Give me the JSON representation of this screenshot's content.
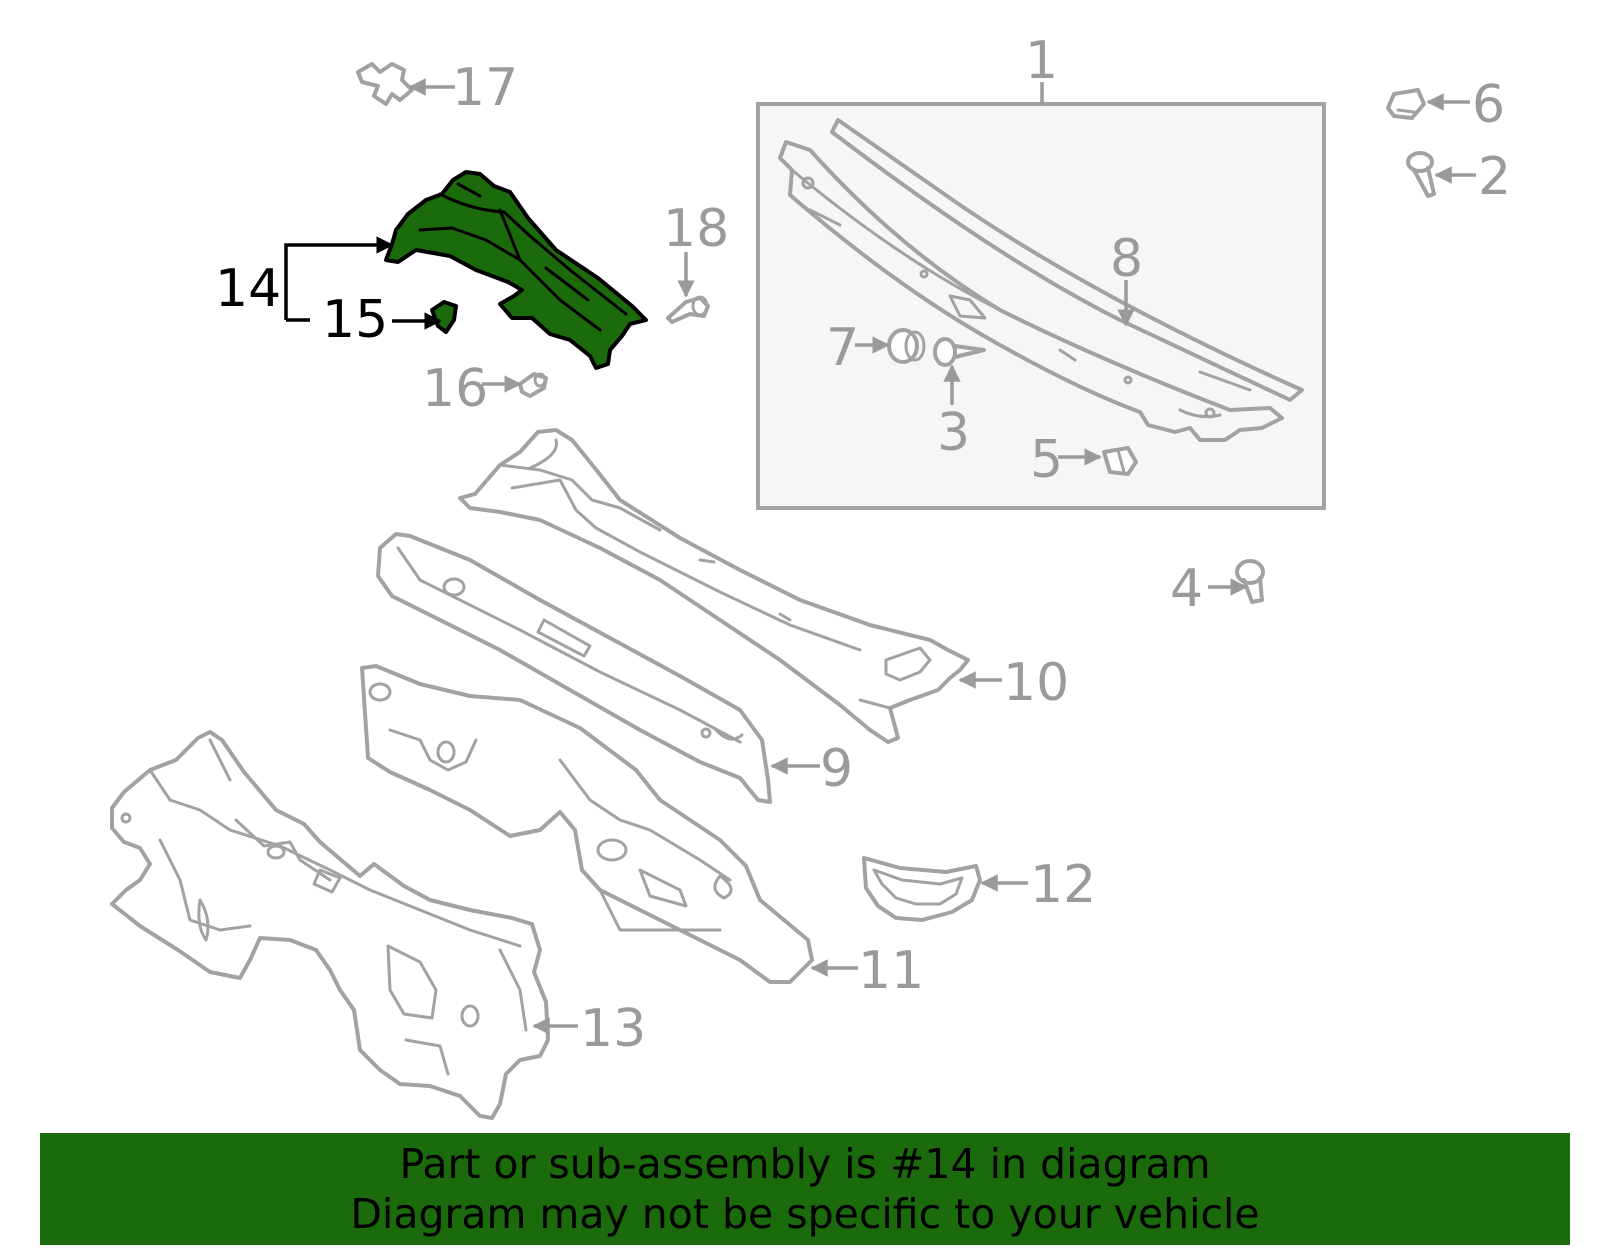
{
  "callouts": {
    "c1": "1",
    "c2": "2",
    "c3": "3",
    "c4": "4",
    "c5": "5",
    "c6": "6",
    "c7": "7",
    "c8": "8",
    "c9": "9",
    "c10": "10",
    "c11": "11",
    "c12": "12",
    "c13": "13",
    "c14": "14",
    "c15": "15",
    "c16": "16",
    "c17": "17",
    "c18": "18"
  },
  "highlight": {
    "part": "14",
    "color": "#1b6a0c"
  },
  "banner": {
    "line1": "Part or sub-assembly is #14 in diagram",
    "line2": "Diagram may not be specific to your vehicle",
    "background": "#1b6a0c"
  },
  "colors": {
    "line": "#a2a2a2",
    "label": "#9a9a9a",
    "box_fill": "#f6f6f6"
  }
}
